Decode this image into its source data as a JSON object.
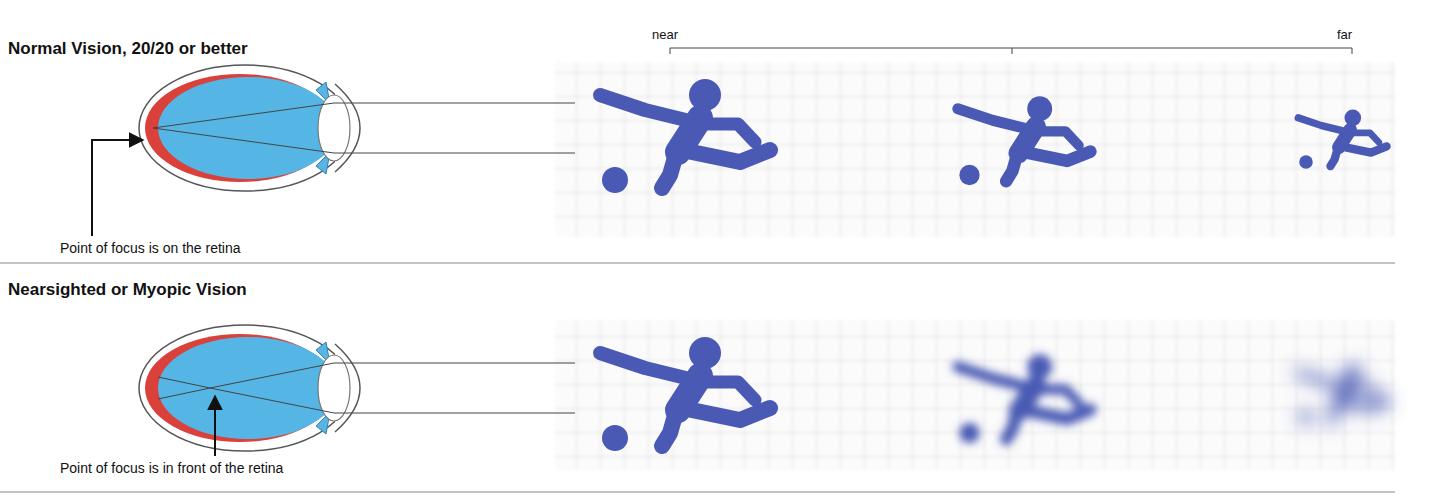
{
  "diagram": {
    "labels": [
      "near",
      "far",
      "Normal Vision, 20/20 or better",
      "Point of focus is on the retina",
      "Nearsighted or Myopic Vision",
      "Point of focus is in front of the retina"
    ]
  }
}
